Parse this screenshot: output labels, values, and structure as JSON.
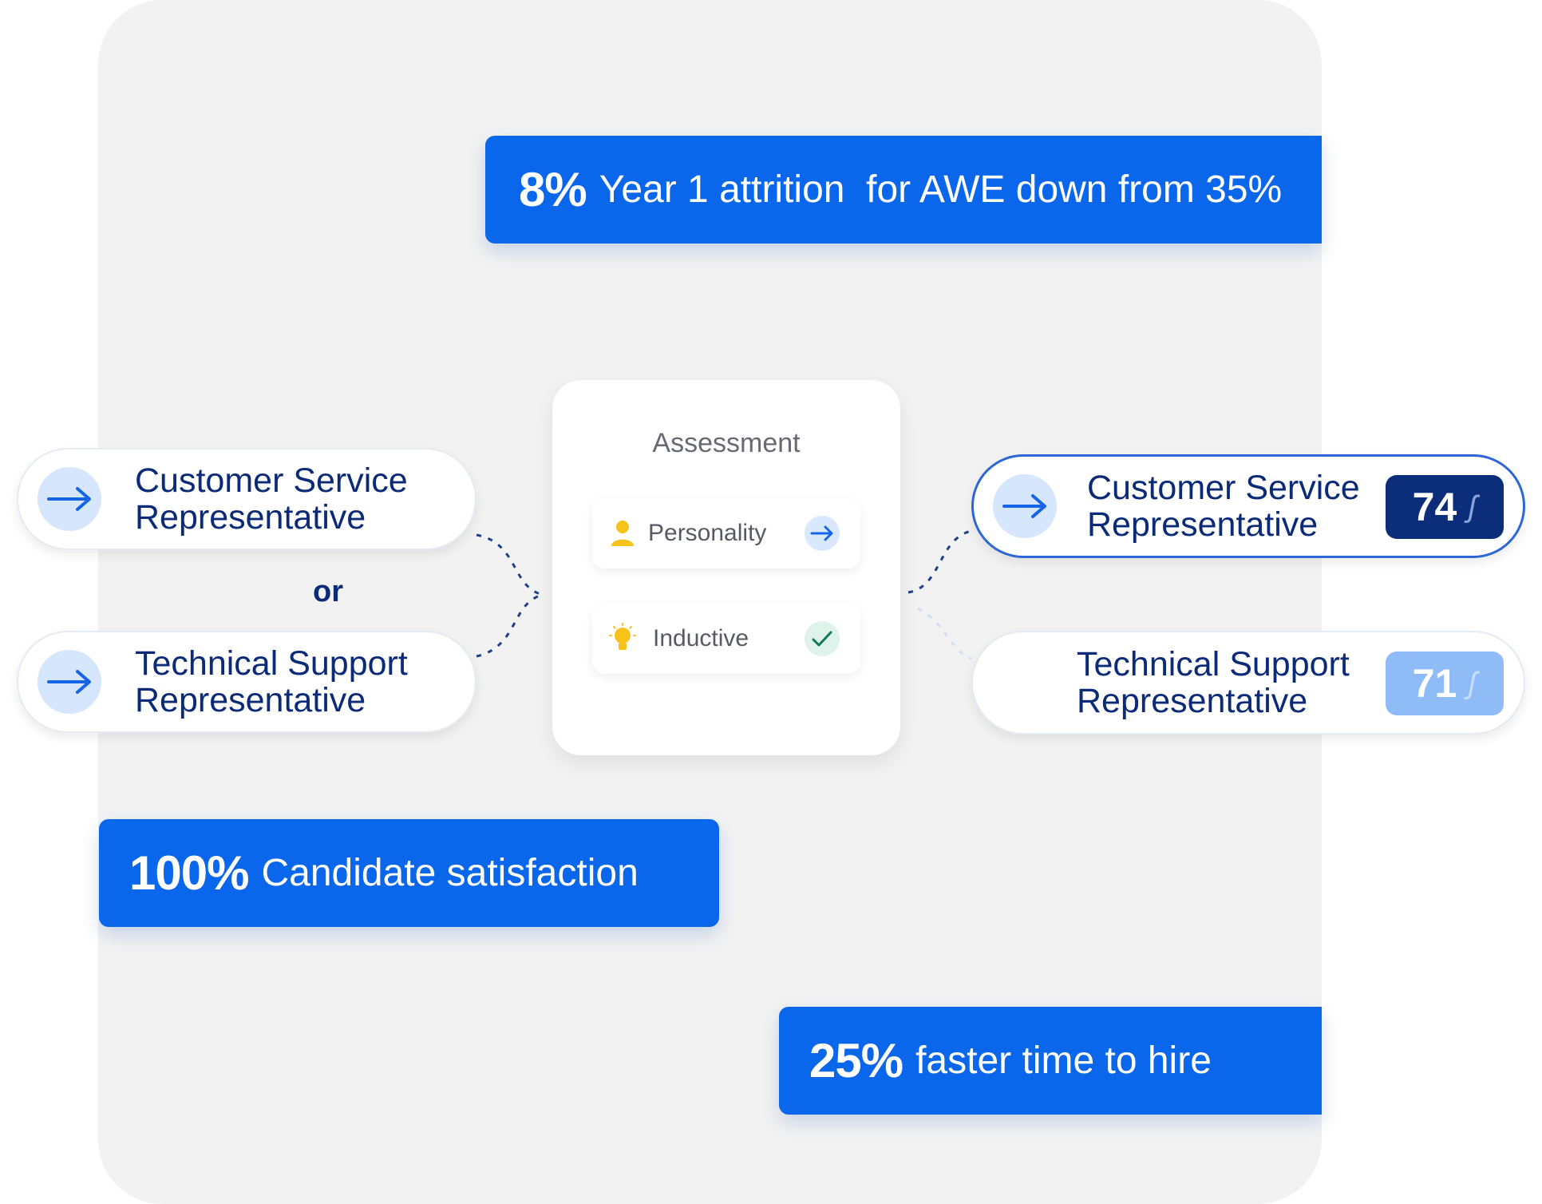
{
  "stats": [
    {
      "value": "8%",
      "text": "Year 1 attrition  for AWE down from 35%"
    },
    {
      "value": "100%",
      "text": "Candidate satisfaction"
    },
    {
      "value": "25%",
      "text": "faster time to hire"
    }
  ],
  "left_roles": [
    {
      "line1": "Customer Service",
      "line2": "Representative"
    },
    {
      "line1": "Technical Support",
      "line2": "Representative"
    }
  ],
  "or_label": "or",
  "assessment": {
    "title": "Assessment",
    "items": [
      {
        "label": "Personality",
        "icon": "person-icon",
        "status": "arrow-right-icon"
      },
      {
        "label": "Inductive",
        "icon": "lightbulb-icon",
        "status": "check-icon"
      }
    ]
  },
  "right_roles": [
    {
      "line1": "Customer Service",
      "line2": "Representative",
      "score": "74",
      "highlighted": true
    },
    {
      "line1": "Technical Support",
      "line2": "Representative",
      "score": "71",
      "highlighted": false
    }
  ],
  "score_glyph": "ʃ",
  "colors": {
    "accent_blue": "#0a66ea",
    "navy_text": "#0b2a78",
    "score_dark": "#0b2d7a",
    "score_light": "#8fbcf7",
    "panel_bg": "#f2f2f2"
  }
}
